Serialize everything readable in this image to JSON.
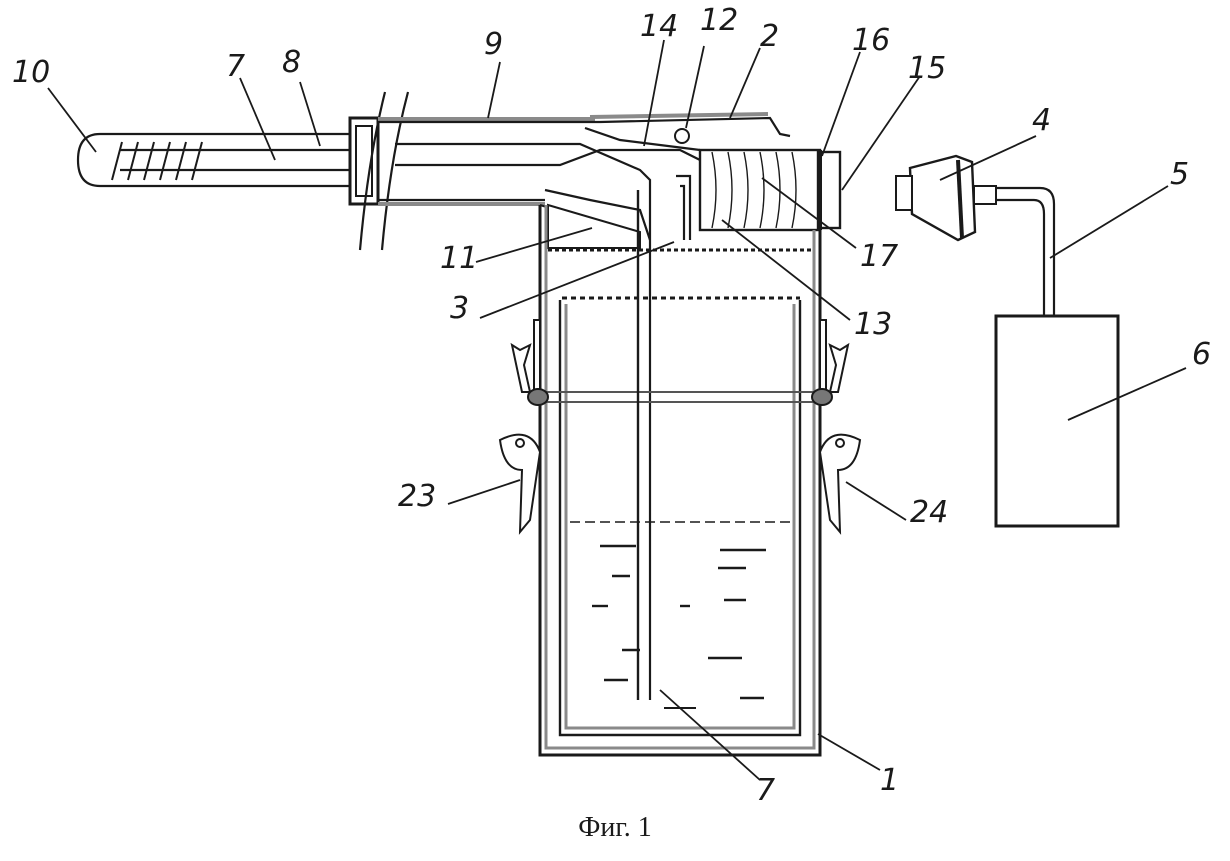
{
  "figure": {
    "caption": "Фиг. 1",
    "labels": {
      "l10": "10",
      "l7a": "7",
      "l8": "8",
      "l9": "9",
      "l14": "14",
      "l12": "12",
      "l2": "2",
      "l16": "16",
      "l15": "15",
      "l4": "4",
      "l5": "5",
      "l11": "11",
      "l17": "17",
      "l3": "3",
      "l13": "13",
      "l6": "6",
      "l23": "23",
      "l24": "24",
      "l7b": "7",
      "l1": "1"
    }
  }
}
